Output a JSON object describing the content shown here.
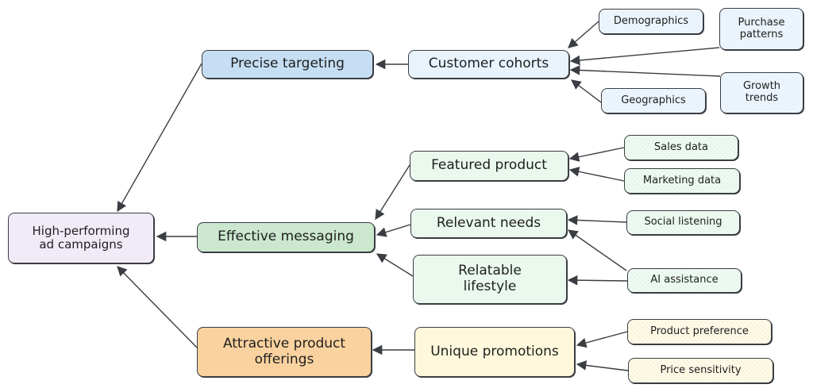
{
  "colors": {
    "root": "#f1ebf7",
    "targeting": "#c5def3",
    "targeting_sub": "#e8f3fc",
    "messaging": "#cbe8cf",
    "messaging_sub": "#eaf8ee",
    "offerings": "#fad29f",
    "offerings_sub": "#fff8dc",
    "stroke": "#3a3d42"
  },
  "nodes": {
    "root": "High-performing\nad campaigns",
    "precise_targeting": "Precise targeting",
    "customer_cohorts": "Customer cohorts",
    "demographics": "Demographics",
    "purchase_patterns": "Purchase\npatterns",
    "growth_trends": "Growth\ntrends",
    "geographics": "Geographics",
    "effective_messaging": "Effective messaging",
    "featured_product": "Featured product",
    "relevant_needs": "Relevant needs",
    "relatable_lifestyle": "Relatable\nlifestyle",
    "sales_data": "Sales data",
    "marketing_data": "Marketing data",
    "social_listening": "Social listening",
    "ai_assistance": "AI assistance",
    "attractive_offerings": "Attractive product\nofferings",
    "unique_promotions": "Unique promotions",
    "product_preference": "Product preference",
    "price_sensitivity": "Price sensitivity"
  },
  "edges": [
    {
      "from": "precise_targeting",
      "to": "root"
    },
    {
      "from": "effective_messaging",
      "to": "root"
    },
    {
      "from": "attractive_offerings",
      "to": "root"
    },
    {
      "from": "customer_cohorts",
      "to": "precise_targeting"
    },
    {
      "from": "demographics",
      "to": "customer_cohorts"
    },
    {
      "from": "purchase_patterns",
      "to": "customer_cohorts"
    },
    {
      "from": "growth_trends",
      "to": "customer_cohorts"
    },
    {
      "from": "geographics",
      "to": "customer_cohorts"
    },
    {
      "from": "featured_product",
      "to": "effective_messaging"
    },
    {
      "from": "relevant_needs",
      "to": "effective_messaging"
    },
    {
      "from": "relatable_lifestyle",
      "to": "effective_messaging"
    },
    {
      "from": "sales_data",
      "to": "featured_product"
    },
    {
      "from": "marketing_data",
      "to": "featured_product"
    },
    {
      "from": "social_listening",
      "to": "relevant_needs"
    },
    {
      "from": "ai_assistance",
      "to": "relevant_needs"
    },
    {
      "from": "ai_assistance",
      "to": "relatable_lifestyle"
    },
    {
      "from": "unique_promotions",
      "to": "attractive_offerings"
    },
    {
      "from": "product_preference",
      "to": "unique_promotions"
    },
    {
      "from": "price_sensitivity",
      "to": "unique_promotions"
    }
  ]
}
